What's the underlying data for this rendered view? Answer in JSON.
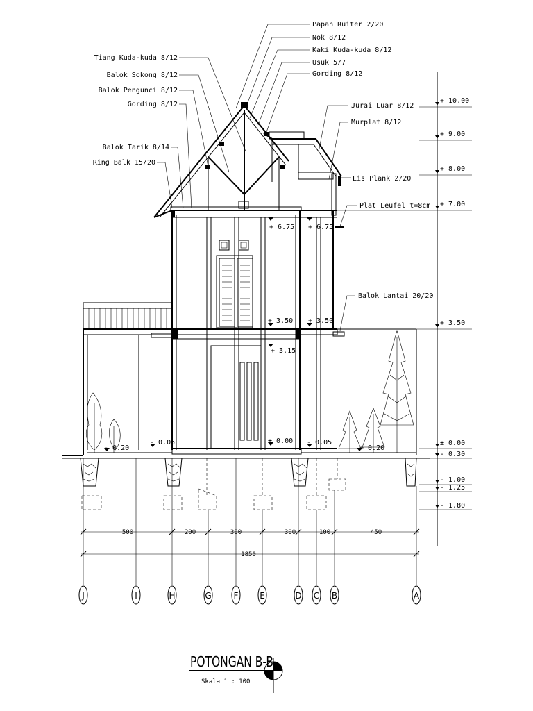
{
  "drawing": {
    "title": "POTONGAN B-B",
    "scale": "Skala 1 : 100"
  },
  "labels_left": [
    "Tiang Kuda-kuda 8/12",
    "Balok Sokong 8/12",
    "Balok Pengunci 8/12",
    "Gording 8/12",
    "Balok Tarik 8/14",
    "Ring Balk 15/20"
  ],
  "labels_top": [
    "Papan Ruiter 2/20",
    "Nok 8/12",
    "Kaki Kuda-kuda 8/12",
    "Usuk 5/7",
    "Gording 8/12"
  ],
  "labels_right": [
    "Jurai Luar 8/12",
    "Murplat 8/12",
    "Lis Plank 2/20",
    "Plat Leufel t=8cm",
    "Balok Lantai 20/20"
  ],
  "elevations_right": [
    "+ 10.00",
    "+ 9.00",
    "+ 8.00",
    "+ 7.00",
    "+ 3.50",
    "± 0.00",
    "- 0.30",
    "- 1.00",
    "- 1.25",
    "- 1.80"
  ],
  "levels_inside": {
    "l675a": "+ 6.75",
    "l675b": "+ 6.75",
    "l350a": "+ 3.50",
    "l350b": "+ 3.50",
    "l315": "+ 3.15",
    "l000": "± 0.00",
    "l005a": "- 0.05",
    "l005b": "- 0.05",
    "l020a": "- 0.20",
    "l020b": "+ 0.20"
  },
  "dimensions": [
    "500",
    "200",
    "300",
    "300",
    "100",
    "450"
  ],
  "total_dimension": "1850",
  "grid_axes": [
    "J",
    "I",
    "H",
    "G",
    "F",
    "E",
    "D",
    "C",
    "B",
    "A"
  ]
}
